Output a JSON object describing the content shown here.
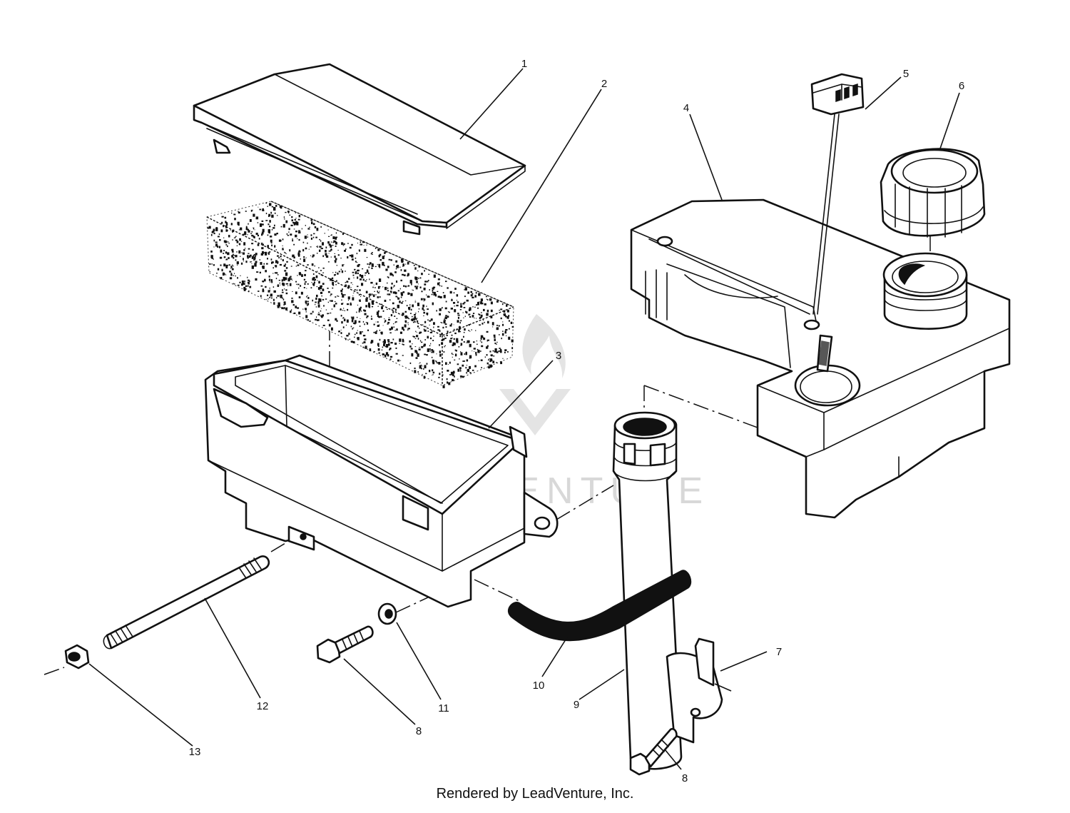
{
  "diagram": {
    "callouts": [
      {
        "id": "callout-1",
        "text": "1"
      },
      {
        "id": "callout-2",
        "text": "2"
      },
      {
        "id": "callout-3",
        "text": "3"
      },
      {
        "id": "callout-4",
        "text": "4"
      },
      {
        "id": "callout-5",
        "text": "5"
      },
      {
        "id": "callout-6",
        "text": "6"
      },
      {
        "id": "callout-7",
        "text": "7"
      },
      {
        "id": "callout-8a",
        "text": "8"
      },
      {
        "id": "callout-8b",
        "text": "8"
      },
      {
        "id": "callout-9",
        "text": "9"
      },
      {
        "id": "callout-10",
        "text": "10"
      },
      {
        "id": "callout-11",
        "text": "11"
      },
      {
        "id": "callout-12",
        "text": "12"
      },
      {
        "id": "callout-13",
        "text": "13"
      }
    ],
    "watermark": "LEADVENTURE",
    "footer": "Rendered by LeadVenture, Inc."
  }
}
